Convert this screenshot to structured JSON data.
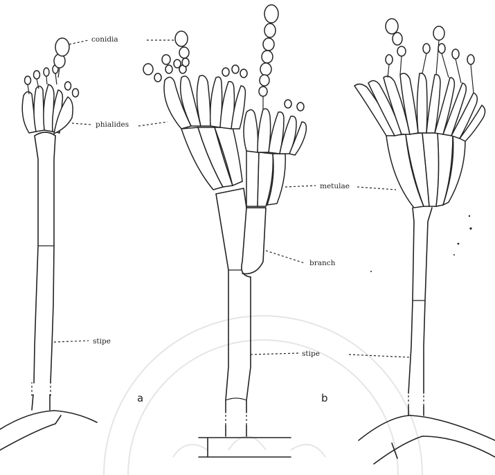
{
  "labels": {
    "conidia": "conidia",
    "phialides": "phialides",
    "metulae": "metulae",
    "branch": "branch",
    "stipe_a": "stipe",
    "stipe_b": "stipe"
  },
  "panels": {
    "a": "a",
    "b": "b"
  },
  "watermark": {
    "kind": "university-seal-watermark"
  }
}
